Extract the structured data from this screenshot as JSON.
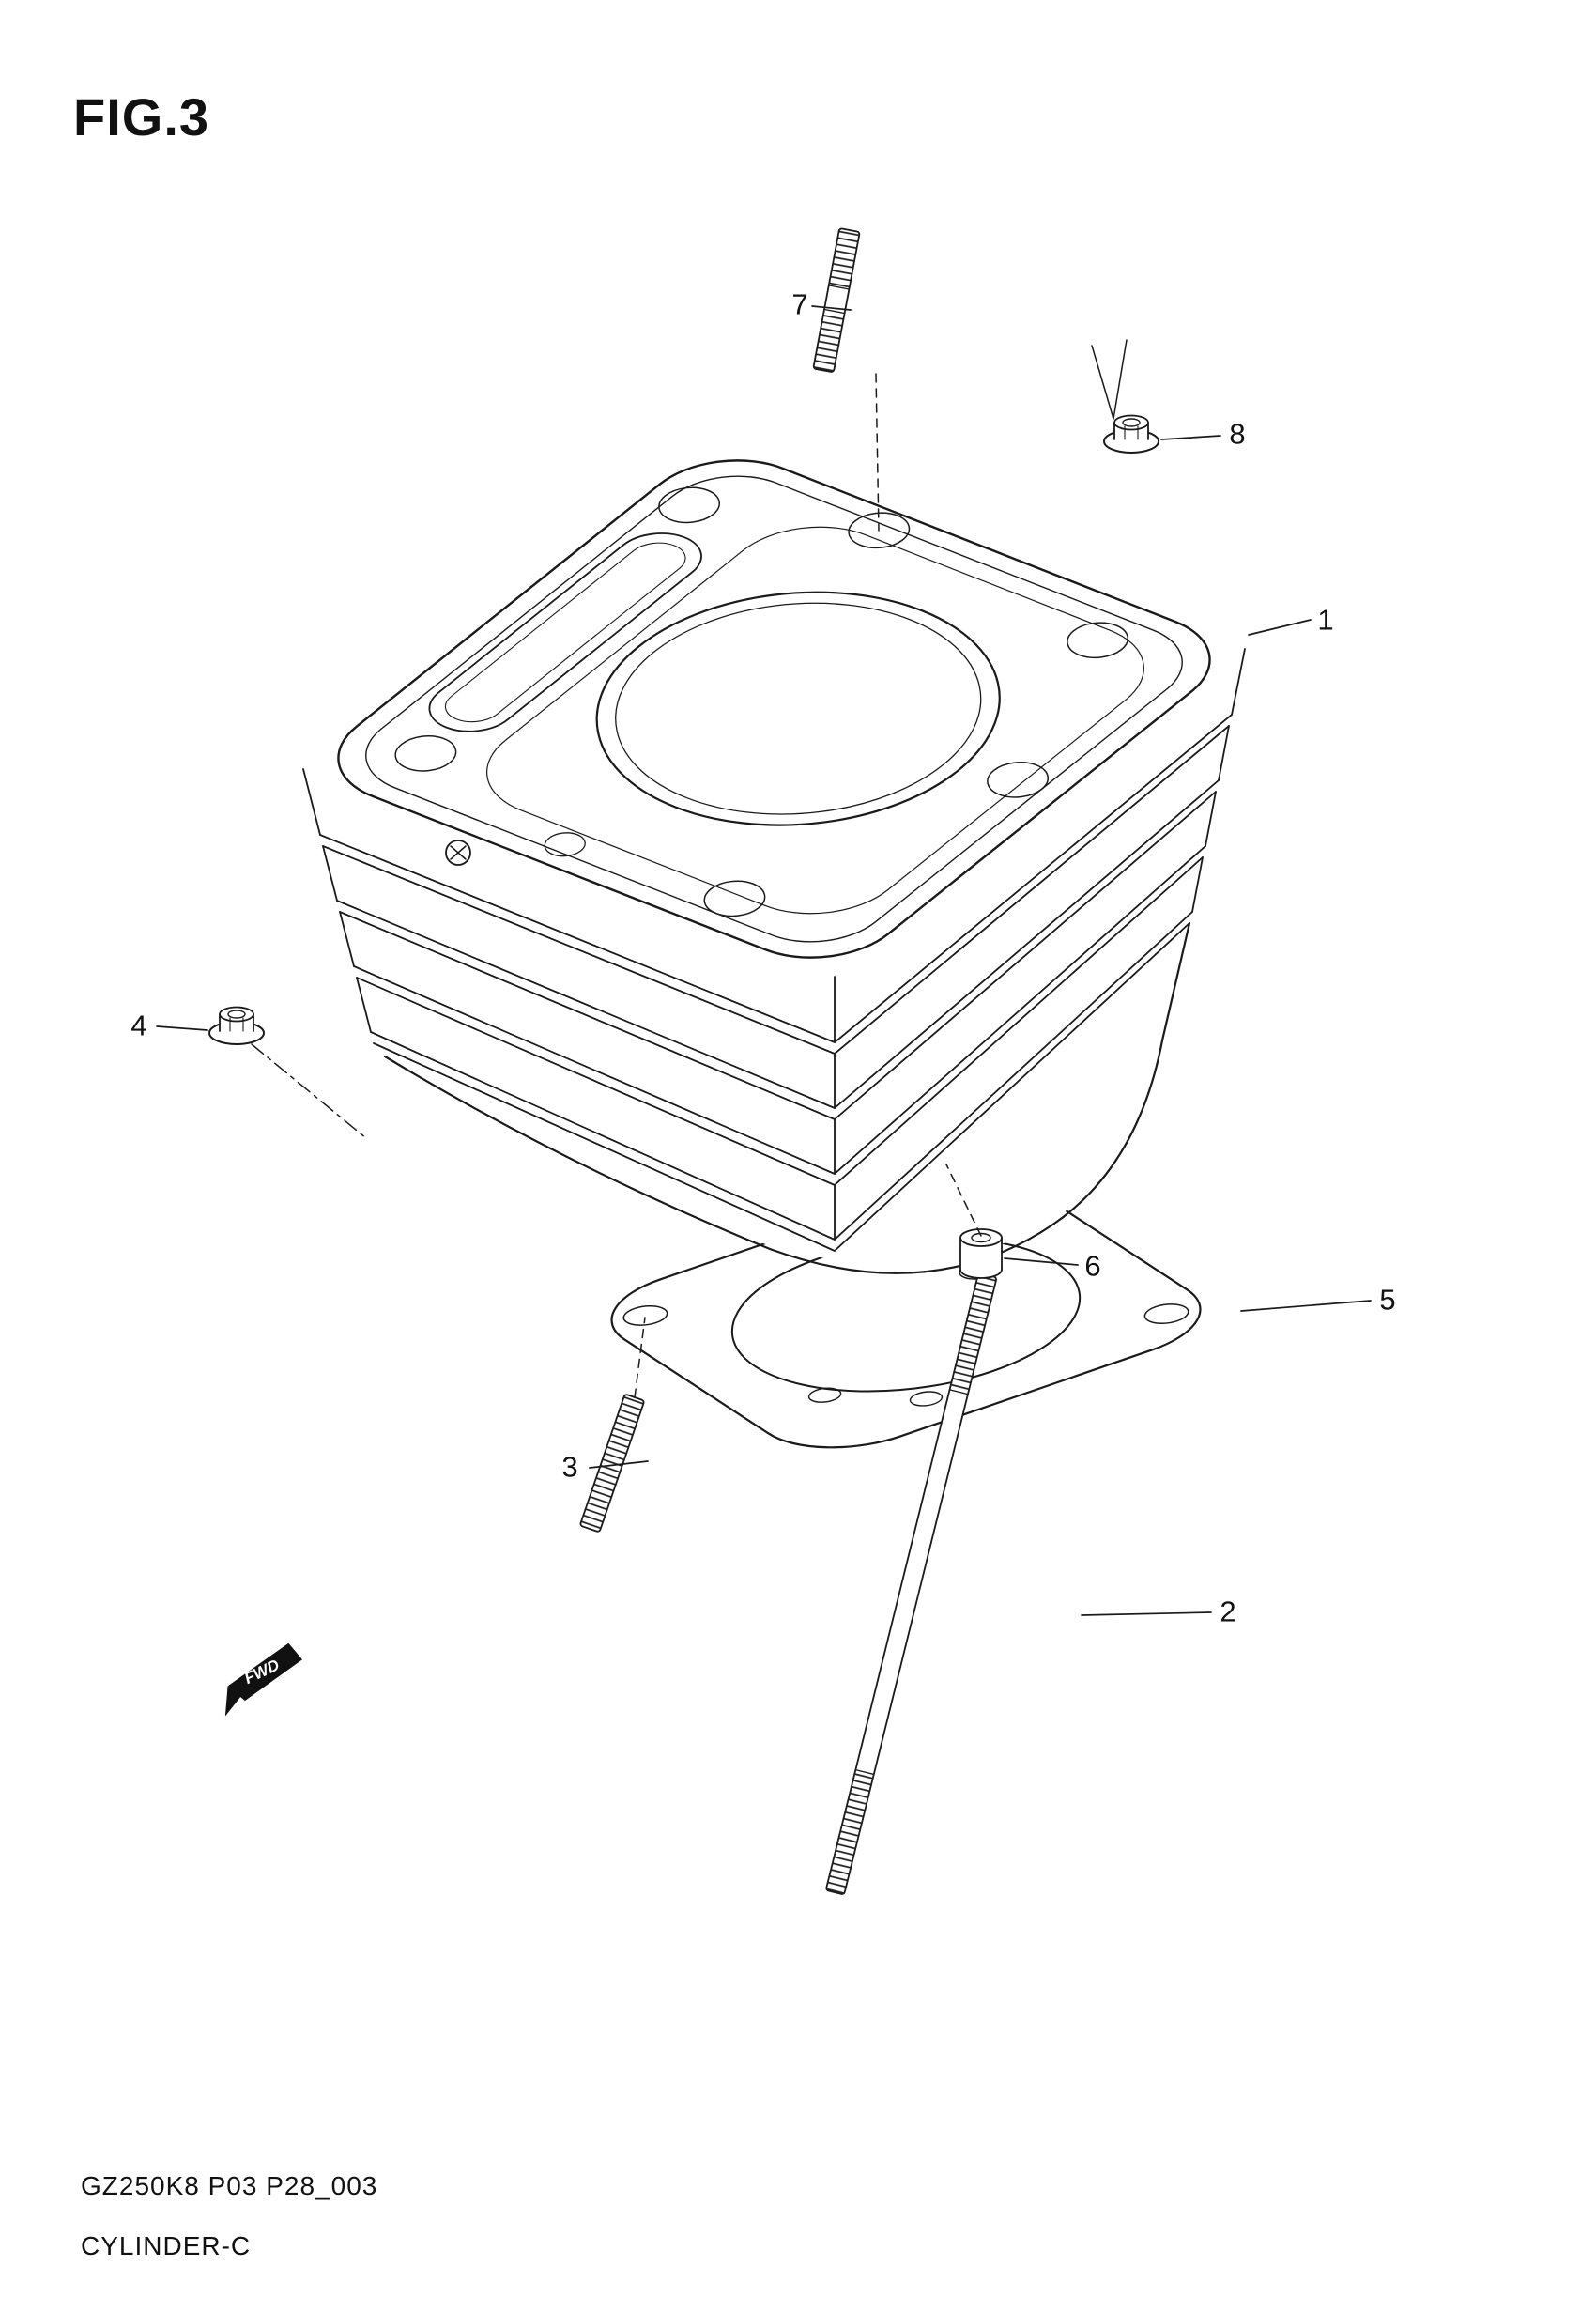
{
  "figure": {
    "title": "FIG.3",
    "part_code": "GZ250K8 P03 P28_003",
    "part_name": "CYLINDER-C",
    "fwd_label": "FWD"
  },
  "callouts": [
    {
      "label": "1"
    },
    {
      "label": "2"
    },
    {
      "label": "3"
    },
    {
      "label": "4"
    },
    {
      "label": "5"
    },
    {
      "label": "6"
    },
    {
      "label": "7"
    },
    {
      "label": "8"
    }
  ],
  "colors": {
    "line": "#1a1a1a",
    "background": "#ffffff"
  }
}
